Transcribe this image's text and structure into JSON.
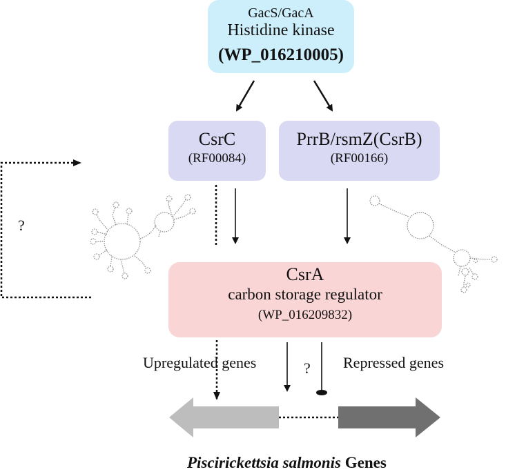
{
  "nodes": {
    "gacs": {
      "line1": "GacS/GacA",
      "line2": "Histidine kinase",
      "line3": "(WP_016210005)"
    },
    "csrc": {
      "title": "CsrC",
      "accession": "(RF00084)"
    },
    "prrb": {
      "title": "PrrB/rsmZ(CsrB)",
      "accession": "(RF00166)"
    },
    "csra": {
      "title": "CsrA",
      "subtitle": "carbon storage regulator",
      "accession": "(WP_016209832)"
    }
  },
  "labels": {
    "unknown_left": "?",
    "unknown_mid": "?",
    "upregulated": "Upregulated genes",
    "repressed": "Repressed genes"
  },
  "footer": {
    "species": "Piscirickettsia  salmonis",
    "genes": "Genes"
  },
  "colors": {
    "gacs_fill": "#cdeffb",
    "srna_fill": "#d9d9f3",
    "csra_fill": "#fad5d5",
    "gene_light": "#bdbdbd",
    "gene_dark": "#707070"
  }
}
